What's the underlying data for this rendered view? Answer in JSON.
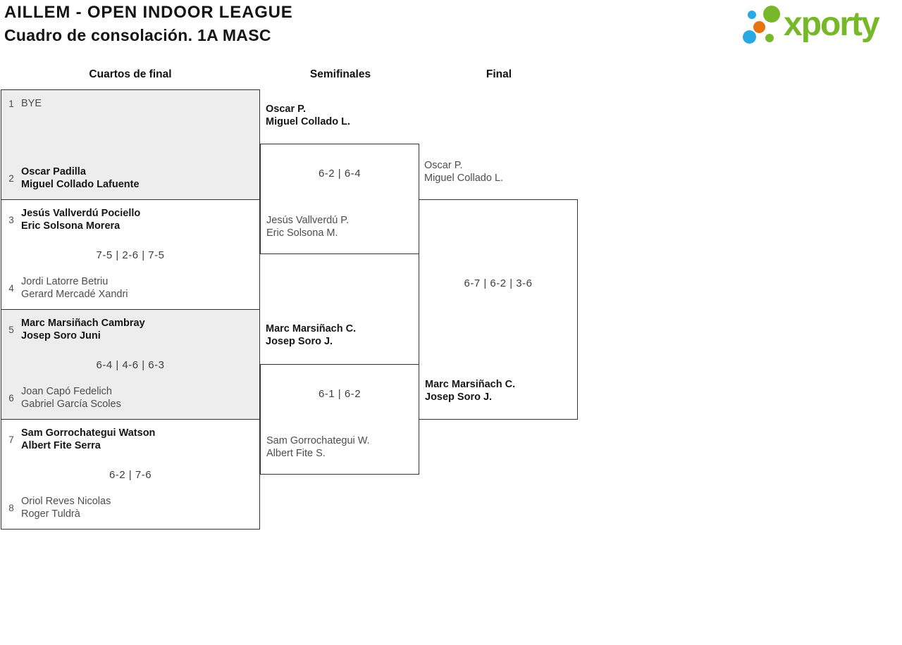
{
  "header": {
    "title_line1": "AILLEM - OPEN INDOOR LEAGUE",
    "title_line2": "Cuadro de consolación. 1A MASC",
    "logo_text": "xporty"
  },
  "colors": {
    "accent_green": "#76b82a",
    "accent_blue": "#29a9e1",
    "accent_orange": "#e8740e",
    "shaded_box": "#ededed",
    "border": "#333333"
  },
  "rounds": [
    {
      "label": "Cuartos de final"
    },
    {
      "label": "Semifinales"
    },
    {
      "label": "Final"
    }
  ],
  "bracket": {
    "quarterfinals": [
      {
        "seed_top": "1",
        "players_top": [
          "BYE"
        ],
        "score": "",
        "seed_bottom": "2",
        "players_bottom": [
          "Oscar Padilla",
          "Miguel Collado Lafuente"
        ],
        "winner": "bottom"
      },
      {
        "seed_top": "3",
        "players_top": [
          "Jesús Vallverdú Pociello",
          "Eric Solsona Morera"
        ],
        "score": "7-5 | 2-6 | 7-5",
        "seed_bottom": "4",
        "players_bottom": [
          "Jordi Latorre Betriu",
          "Gerard Mercadé Xandri"
        ],
        "winner": "top"
      },
      {
        "seed_top": "5",
        "players_top": [
          "Marc Marsiñach Cambray",
          "Josep Soro Juni"
        ],
        "score": "6-4 | 4-6 | 6-3",
        "seed_bottom": "6",
        "players_bottom": [
          "Joan Capó Fedelich",
          "Gabriel García Scoles"
        ],
        "winner": "top"
      },
      {
        "seed_top": "7",
        "players_top": [
          "Sam Gorrochategui Watson",
          "Albert Fite Serra"
        ],
        "score": "6-2 | 7-6",
        "seed_bottom": "8",
        "players_bottom": [
          "Oriol Reves Nicolas",
          "Roger Tuldrà"
        ],
        "winner": "top"
      }
    ],
    "semifinals": [
      {
        "players_top": [
          "Oscar P.",
          "Miguel Collado L."
        ],
        "score": "6-2 | 6-4",
        "players_bottom": [
          "Jesús Vallverdú P.",
          "Eric Solsona M."
        ],
        "winner": "top"
      },
      {
        "players_top": [
          "Marc Marsiñach C.",
          "Josep Soro J."
        ],
        "score": "6-1 | 6-2",
        "players_bottom": [
          "Sam Gorrochategui W.",
          "Albert Fite S."
        ],
        "winner": "top"
      }
    ],
    "final": {
      "players_top": [
        "Oscar P.",
        "Miguel Collado L."
      ],
      "score": "6-7 | 6-2 | 3-6",
      "players_bottom": [
        "Marc Marsiñach C.",
        "Josep Soro J."
      ],
      "winner": "bottom"
    }
  }
}
